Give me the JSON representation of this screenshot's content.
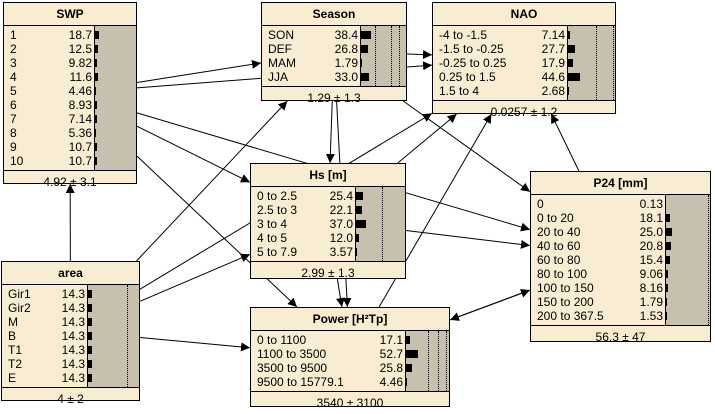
{
  "nodes": {
    "swp": {
      "title": "SWP",
      "states": [
        {
          "label": "1",
          "value": "18.7"
        },
        {
          "label": "2",
          "value": "12.5"
        },
        {
          "label": "3",
          "value": "9.82"
        },
        {
          "label": "4",
          "value": "11.6"
        },
        {
          "label": "5",
          "value": "4.46"
        },
        {
          "label": "6",
          "value": "8.93"
        },
        {
          "label": "7",
          "value": "7.14"
        },
        {
          "label": "8",
          "value": "5.36"
        },
        {
          "label": "9",
          "value": "10.7"
        },
        {
          "label": "10",
          "value": "10.7"
        }
      ],
      "summary": "4.92 ± 3.1"
    },
    "season": {
      "title": "Season",
      "states": [
        {
          "label": "SON",
          "value": "38.4"
        },
        {
          "label": "DEF",
          "value": "26.8"
        },
        {
          "label": "MAM",
          "value": "1.79"
        },
        {
          "label": "JJA",
          "value": "33.0"
        }
      ],
      "summary": "1.29 ± 1.3"
    },
    "nao": {
      "title": "NAO",
      "states": [
        {
          "label": "-4 to -1.5",
          "value": "7.14"
        },
        {
          "label": "-1.5 to -0.25",
          "value": "27.7"
        },
        {
          "label": "-0.25 to 0.25",
          "value": "17.9"
        },
        {
          "label": "0.25 to 1.5",
          "value": "44.6"
        },
        {
          "label": "1.5 to 4",
          "value": "2.68"
        }
      ],
      "summary": "0.0257 ± 1.2"
    },
    "hs": {
      "title": "Hs [m]",
      "states": [
        {
          "label": "0 to 2.5",
          "value": "25.4"
        },
        {
          "label": "2.5 to 3",
          "value": "22.1"
        },
        {
          "label": "3 to 4",
          "value": "37.0"
        },
        {
          "label": "4 to 5",
          "value": "12.0"
        },
        {
          "label": "5 to 7.9",
          "value": "3.57"
        }
      ],
      "summary": "2.99 ± 1.3"
    },
    "p24": {
      "title": "P24 [mm]",
      "states": [
        {
          "label": "0",
          "value": "0.13"
        },
        {
          "label": "0 to 20",
          "value": "18.1"
        },
        {
          "label": "20 to 40",
          "value": "25.0"
        },
        {
          "label": "40 to 60",
          "value": "20.8"
        },
        {
          "label": "60 to 80",
          "value": "15.4"
        },
        {
          "label": "80 to 100",
          "value": "9.06"
        },
        {
          "label": "100 to 150",
          "value": "8.16"
        },
        {
          "label": "150 to 200",
          "value": "1.79"
        },
        {
          "label": "200 to 367.5",
          "value": "1.53"
        }
      ],
      "summary": "56.3 ± 47"
    },
    "area": {
      "title": "area",
      "states": [
        {
          "label": "Gir1",
          "value": "14.3"
        },
        {
          "label": "Gir2",
          "value": "14.3"
        },
        {
          "label": "M",
          "value": "14.3"
        },
        {
          "label": "B",
          "value": "14.3"
        },
        {
          "label": "T1",
          "value": "14.3"
        },
        {
          "label": "T2",
          "value": "14.3"
        },
        {
          "label": "E",
          "value": "14.3"
        }
      ],
      "summary": "4 ± 2"
    },
    "power": {
      "title": "Power [H²Tp]",
      "states": [
        {
          "label": "0 to 1100",
          "value": "17.1"
        },
        {
          "label": "1100 to 3500",
          "value": "52.7"
        },
        {
          "label": "3500 to 9500",
          "value": "25.8"
        },
        {
          "label": "9500 to 15779.1",
          "value": "4.46"
        }
      ],
      "summary": "3540 ± 3100"
    }
  },
  "edges": [
    [
      "area",
      "swp"
    ],
    [
      "swp",
      "season"
    ],
    [
      "swp",
      "nao"
    ],
    [
      "swp",
      "hs"
    ],
    [
      "swp",
      "p24"
    ],
    [
      "swp",
      "power"
    ],
    [
      "season",
      "nao"
    ],
    [
      "season",
      "hs"
    ],
    [
      "season",
      "power"
    ],
    [
      "season",
      "p24"
    ],
    [
      "area",
      "season"
    ],
    [
      "area",
      "hs"
    ],
    [
      "area",
      "power"
    ],
    [
      "area",
      "nao"
    ],
    [
      "hs",
      "power"
    ],
    [
      "hs",
      "nao"
    ],
    [
      "hs",
      "p24"
    ],
    [
      "p24",
      "nao"
    ],
    [
      "p24",
      "power"
    ],
    [
      "power",
      "nao"
    ],
    [
      "power",
      "p24"
    ]
  ],
  "colors": {
    "node_bg": "#f8ecd2",
    "bar_bg": "#c8c0ae",
    "bar": "#000000"
  }
}
